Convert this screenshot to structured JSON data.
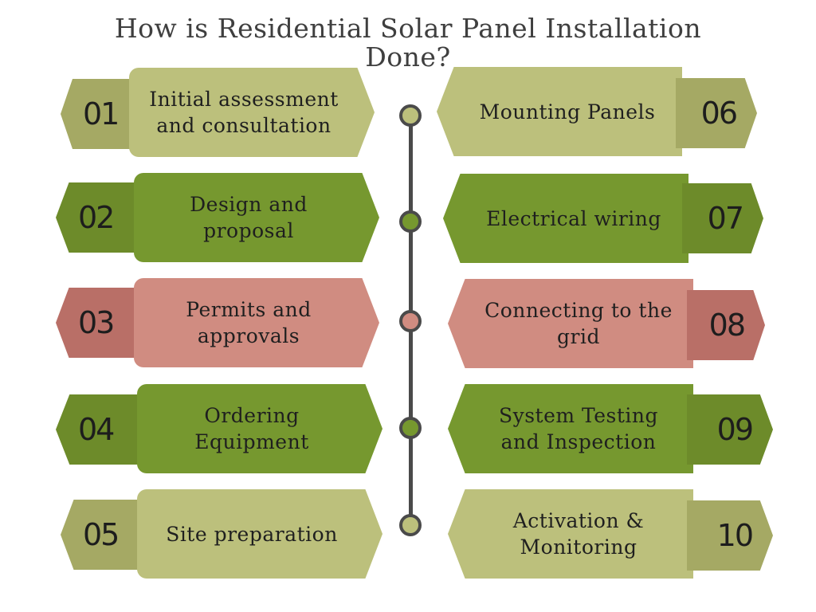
{
  "title": "How is Residential Solar Panel Installation Done?",
  "colors": {
    "light_olive": "#bcc07c",
    "light_olive_dark": "#a5a964",
    "green": "#76982f",
    "green_dark": "#6d8b2a",
    "rose": "#d08c81",
    "rose_dark": "#b96f67",
    "line": "#4a4a4a"
  },
  "steps": [
    {
      "num": "01",
      "label": "Initial assessment\nand consultation"
    },
    {
      "num": "02",
      "label": "Design and\nproposal"
    },
    {
      "num": "03",
      "label": "Permits and\napprovals"
    },
    {
      "num": "04",
      "label": "Ordering\nEquipment"
    },
    {
      "num": "05",
      "label": "Site preparation"
    },
    {
      "num": "06",
      "label": "Mounting Panels"
    },
    {
      "num": "07",
      "label": "Electrical wiring"
    },
    {
      "num": "08",
      "label": "Connecting to the\ngrid"
    },
    {
      "num": "09",
      "label": "System Testing\nand Inspection"
    },
    {
      "num": "10",
      "label": "Activation &\nMonitoring"
    }
  ]
}
